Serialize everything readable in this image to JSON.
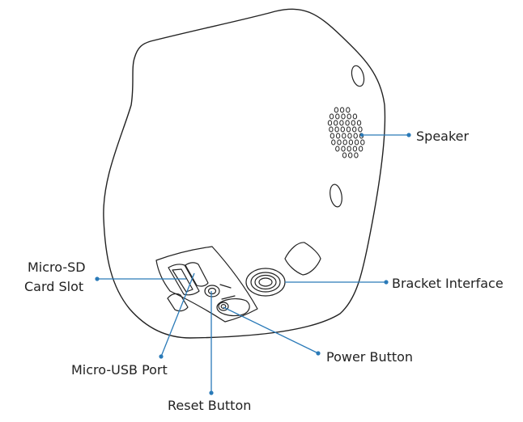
{
  "labels": {
    "speaker": "Speaker",
    "bracket_interface": "Bracket Interface",
    "micro_sd_line1": "Micro-SD",
    "micro_sd_line2": "Card Slot",
    "micro_usb": "Micro-USB Port",
    "power_button": "Power Button",
    "reset_button": "Reset Button"
  },
  "colors": {
    "leader": "#2a7ab8",
    "outline": "#222222",
    "text": "#222222"
  }
}
